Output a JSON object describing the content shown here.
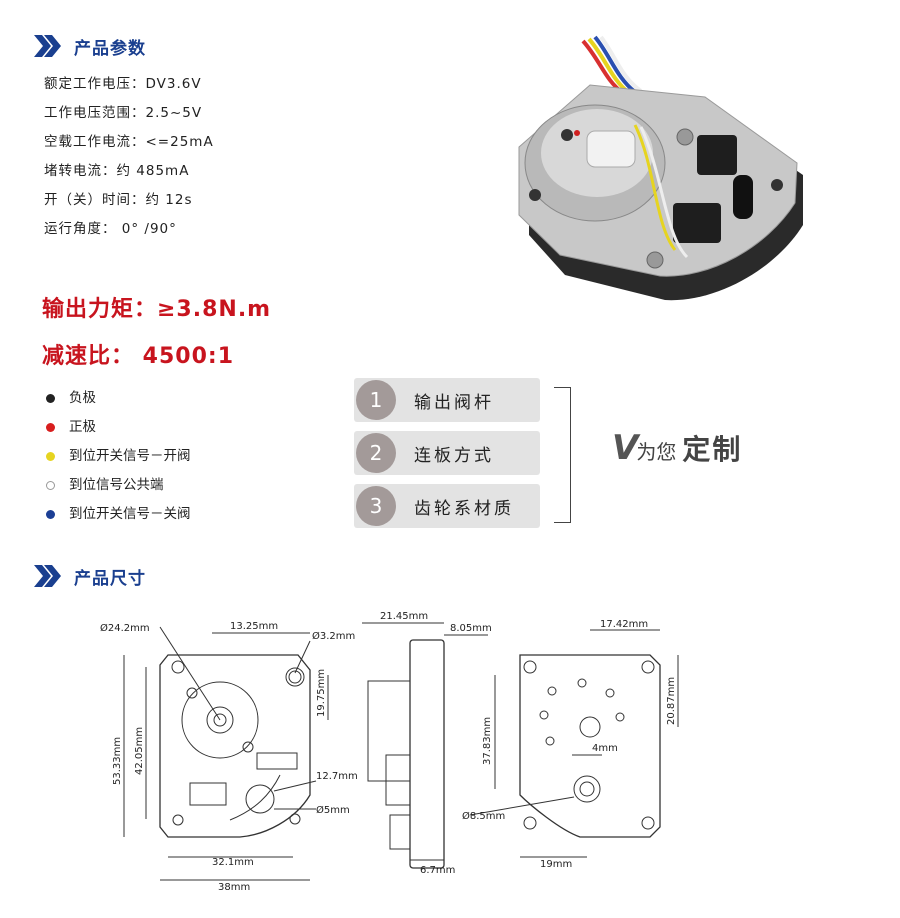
{
  "params": {
    "title": "产品参数",
    "specs": [
      "额定工作电压：DV3.6V",
      "工作电压范围：2.5~5V",
      "空载工作电流：<=25mA",
      "堵转电流：约 485mA",
      "开（关）时间：约 12s",
      "运行角度： 0° /90°"
    ],
    "torque": "输出力矩：≥3.8N.m",
    "ratio": "减速比： 4500:1"
  },
  "wires": [
    {
      "label": "负极",
      "color": "#222222"
    },
    {
      "label": "正极",
      "color": "#d81e1e"
    },
    {
      "label": "到位开关信号－开阀",
      "color": "#e6d420"
    },
    {
      "label": "到位信号公共端",
      "color": "#ffffff"
    },
    {
      "label": "到位开关信号－关阀",
      "color": "#1c3f95"
    }
  ],
  "options": [
    {
      "num": "1",
      "label": "输出阀杆"
    },
    {
      "num": "2",
      "label": "连板方式"
    },
    {
      "num": "3",
      "label": "齿轮系材质"
    }
  ],
  "custom": {
    "v": "V",
    "small": "为您",
    "big": "定制"
  },
  "dims": {
    "title": "产品尺寸",
    "front": {
      "d_gear": "Ø24.2mm",
      "w_top": "13.25mm",
      "d_hole": "Ø3.2mm",
      "h_total": "53.33mm",
      "h_inner": "42.05mm",
      "h_hole": "19.75mm",
      "r_out": "12.7mm",
      "d_shaft": "Ø5mm",
      "w_inner": "32.1mm",
      "w_total": "38mm"
    },
    "side": {
      "w_total": "21.45mm",
      "w_top": "8.05mm",
      "w_bot": "6.7mm"
    },
    "back": {
      "w_top": "17.42mm",
      "h_right": "20.87mm",
      "h_left": "37.83mm",
      "d_hole": "4mm",
      "d_out": "Ø8.5mm",
      "w_bot": "19mm"
    }
  }
}
